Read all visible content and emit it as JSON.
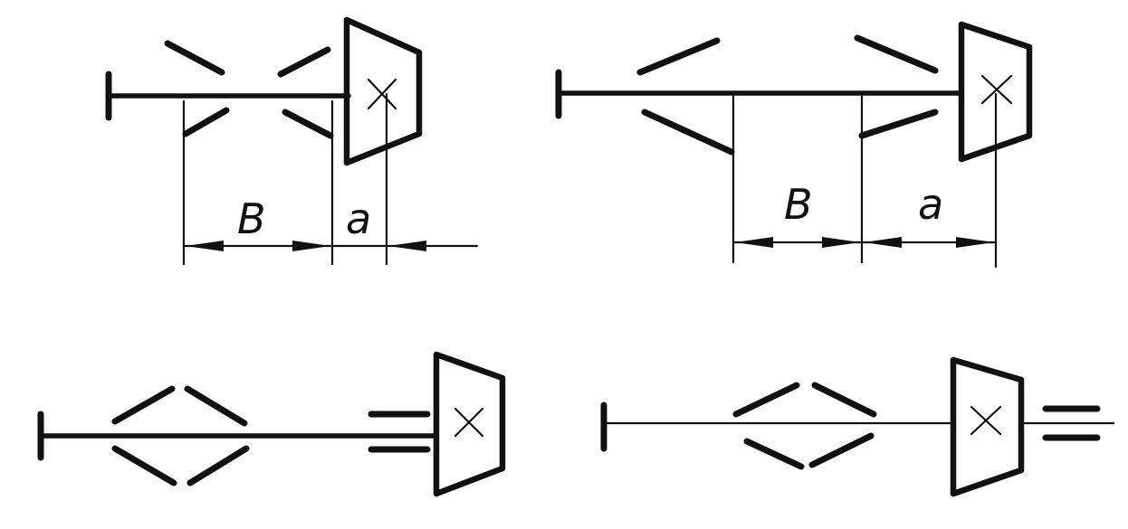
{
  "diagram": {
    "ink_color": "#111111",
    "background_color": "#ffffff",
    "figures": [
      {
        "id": "top-left",
        "dimension_labels": [
          "B",
          "a"
        ]
      },
      {
        "id": "top-right",
        "dimension_labels": [
          "B",
          "a"
        ]
      },
      {
        "id": "bottom-left",
        "dimension_labels": []
      },
      {
        "id": "bottom-right",
        "dimension_labels": []
      }
    ]
  }
}
